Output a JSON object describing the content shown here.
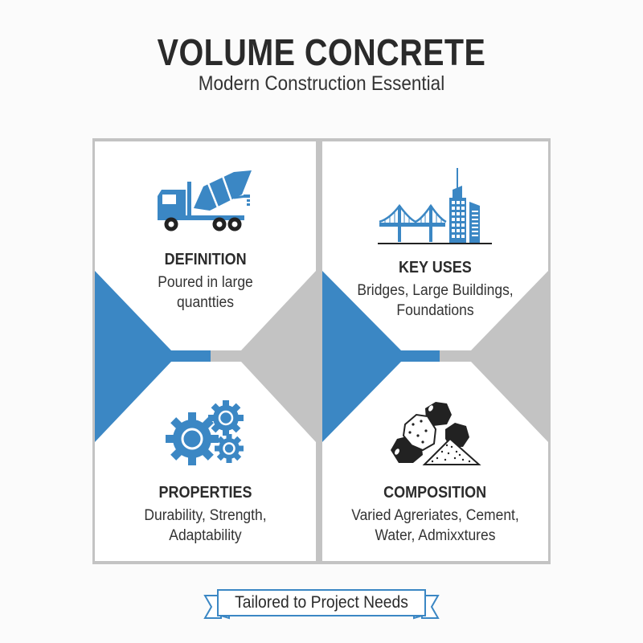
{
  "header": {
    "title": "VOLUME CONCRETE",
    "subtitle": "Modern Construction Essential"
  },
  "colors": {
    "accent_blue": "#3b87c4",
    "divider_gray": "#c3c3c3",
    "text_dark": "#2b2b2b",
    "icon_black": "#222222"
  },
  "cards": [
    {
      "icon": "concrete-mixer-truck-icon",
      "heading": "DEFINITION",
      "desc_line1": "Poured in large",
      "desc_line2": "quantties"
    },
    {
      "icon": "bridge-and-buildings-icon",
      "heading": "KEY USES",
      "desc_line1": "Bridges, Large Buildings,",
      "desc_line2": "Foundations"
    },
    {
      "icon": "gears-icon",
      "heading": "PROPERTIES",
      "desc_line1": "Durability, Strength,",
      "desc_line2": "Adaptability"
    },
    {
      "icon": "aggregates-pile-icon",
      "heading": "COMPOSITION",
      "desc_line1": "Varied Agreriates, Cement,",
      "desc_line2": "Water, Admixxtures"
    }
  ],
  "footer": {
    "banner_text": "Tailored to Project Needs"
  }
}
